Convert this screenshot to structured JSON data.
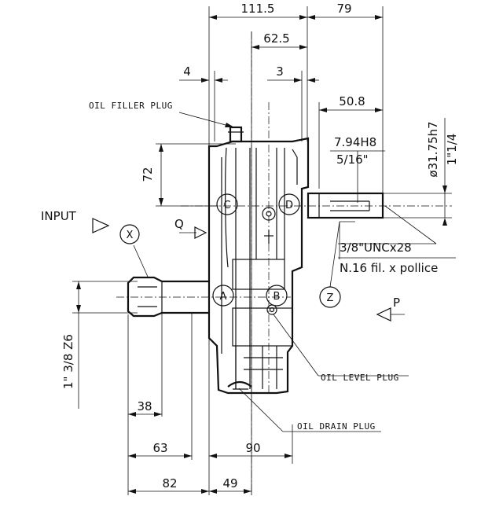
{
  "dimensions": {
    "d111_5": "111.5",
    "d79": "79",
    "d62_5": "62.5",
    "d4": "4",
    "d3": "3",
    "d50_8": "50.8",
    "d72": "72",
    "d7_94": "7.94H8",
    "d5_16": "5/16\"",
    "d31_75": "ø31.75h7",
    "d1_1_4": "1\"1/4",
    "d38": "38",
    "d63": "63",
    "d90": "90",
    "d82": "82",
    "d49": "49",
    "d1_3_8": "1\" 3/8 Z6"
  },
  "labels": {
    "oil_filler": "OIL FILLER PLUG",
    "oil_level": "OIL LEVEL PLUG",
    "oil_drain": "OIL DRAIN PLUG",
    "input": "INPUT",
    "thread_1": "3/8\"UNCx28",
    "thread_2": "N.16 fil. x pollice"
  },
  "markers": {
    "x": "X",
    "z": "Z",
    "q": "Q",
    "p": "P",
    "a": "A",
    "b": "B",
    "c": "C",
    "d": "D"
  }
}
